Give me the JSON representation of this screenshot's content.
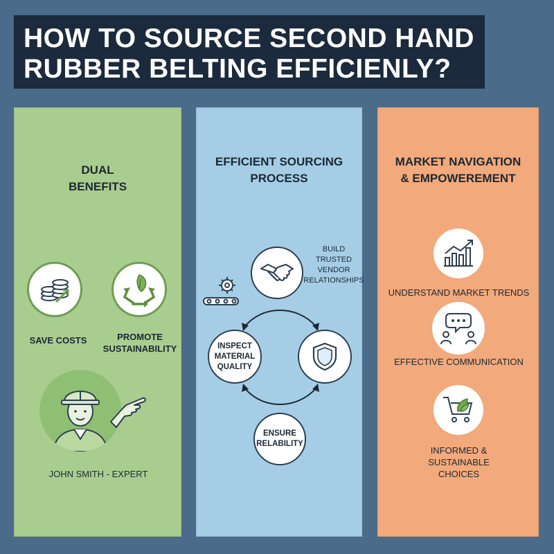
{
  "header": {
    "title_line1": "HOW TO SOURCE SECOND HAND",
    "title_line2": "RUBBER BELTING EFFICIENLY?"
  },
  "colors": {
    "background": "#4a6b8a",
    "title_bg": "#1b2a3c",
    "green_panel": "#a9cd8f",
    "blue_panel": "#a5cde6",
    "orange_panel": "#f2a97b"
  },
  "dual_benefits": {
    "title_line1": "DUAL",
    "title_line2": "BENEFITS",
    "save_costs": "SAVE COSTS",
    "promote_line1": "PROMOTE",
    "promote_line2": "SUSTAINABILITY",
    "expert": "JOHN SMITH - EXPERT",
    "icons": [
      "coins-icon",
      "recycle-leaf-icon",
      "expert-worker-icon"
    ]
  },
  "sourcing": {
    "title_line1": "EFFICIENT SOURCING",
    "title_line2": "PROCESS",
    "build_line1": "BUILD",
    "build_line2": "TRUSTED",
    "build_line3": "VENDOR",
    "build_line4": "RELATIONSHIPS",
    "inspect_line1": "INSPECT",
    "inspect_line2": "MATERIAL",
    "inspect_line3": "QUALITY",
    "ensure_line1": "ENSURE",
    "ensure_line2": "RELABILITY",
    "icons": [
      "handshake-icon",
      "gear-conveyor-icon",
      "shield-icon",
      "cycle-arrows-icon"
    ]
  },
  "market": {
    "title_line1": "MARKET NAVIGATION",
    "title_line2": "& EMPOWEREMENT",
    "trends": "UNDERSTAND MARKET TRENDS",
    "communication": "EFFECTIVE COMMUNICATION",
    "choices_line1": "INFORMED &",
    "choices_line2": "SUSTAINABLE",
    "choices_line3": "CHOICES",
    "icons": [
      "chart-up-icon",
      "chat-people-icon",
      "cart-leaf-icon"
    ]
  }
}
